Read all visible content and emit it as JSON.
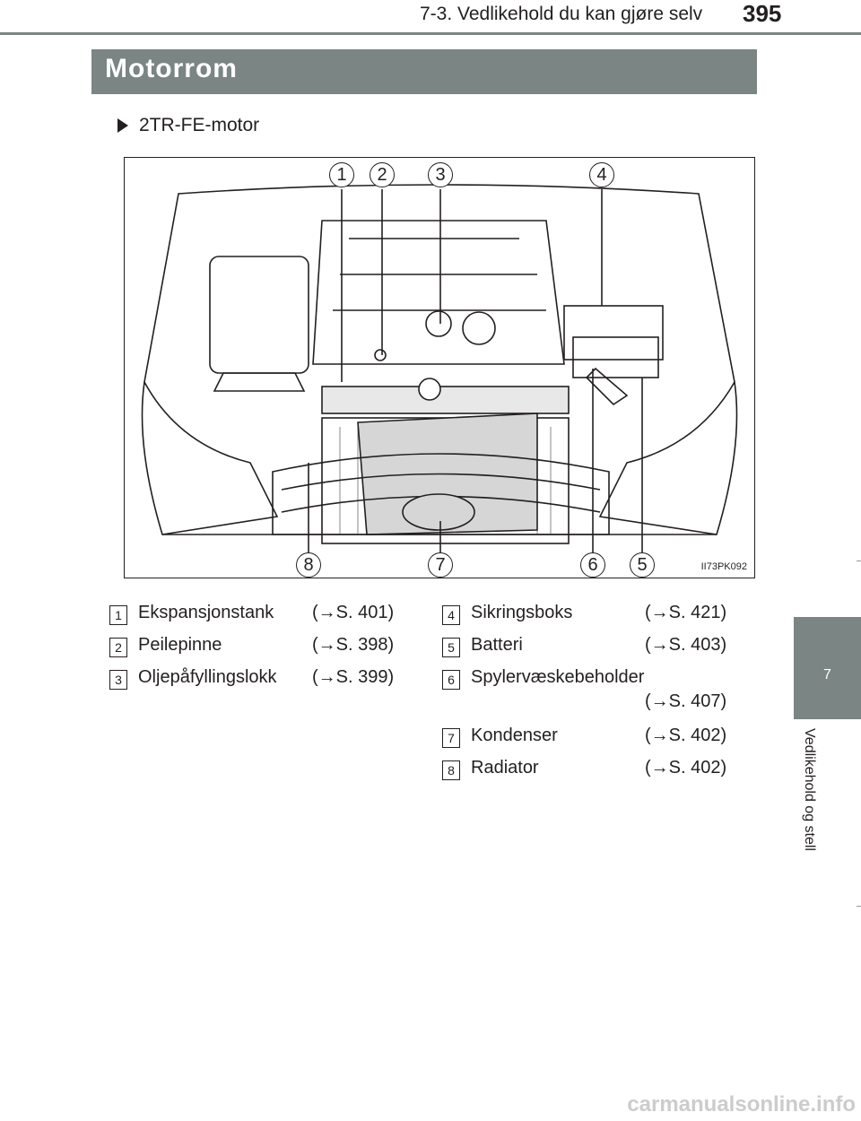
{
  "header": {
    "title": "7-3. Vedlikehold du kan gjøre selv",
    "page_number": "395"
  },
  "section": {
    "title": "Motorrom"
  },
  "subtitle": "2TR-FE-motor",
  "figure": {
    "code": "II73PK092",
    "callouts": [
      "1",
      "2",
      "3",
      "4",
      "5",
      "6",
      "7",
      "8"
    ]
  },
  "legend": {
    "items": [
      {
        "num": "1",
        "label": "Ekspansjonstank",
        "ref": "(→S. 401)"
      },
      {
        "num": "2",
        "label": "Peilepinne",
        "ref": "(→S. 398)"
      },
      {
        "num": "3",
        "label": "Oljepåfyllingslokk",
        "ref": "(→S. 399)"
      },
      {
        "num": "4",
        "label": "Sikringsboks",
        "ref": "(→S. 421)"
      },
      {
        "num": "5",
        "label": "Batteri",
        "ref": "(→S. 403)"
      },
      {
        "num": "6",
        "label": "Spylervæskebeholder",
        "ref": "(→S. 407)"
      },
      {
        "num": "7",
        "label": "Kondenser",
        "ref": "(→S. 402)"
      },
      {
        "num": "8",
        "label": "Radiator",
        "ref": "(→S. 402)"
      }
    ]
  },
  "side_tab": {
    "number": "7",
    "label": "Vedlikehold og stell"
  },
  "footer": {
    "watermark": "carmanualsonline.info"
  },
  "colors": {
    "accent": "#7a8584",
    "text": "#231f20"
  }
}
